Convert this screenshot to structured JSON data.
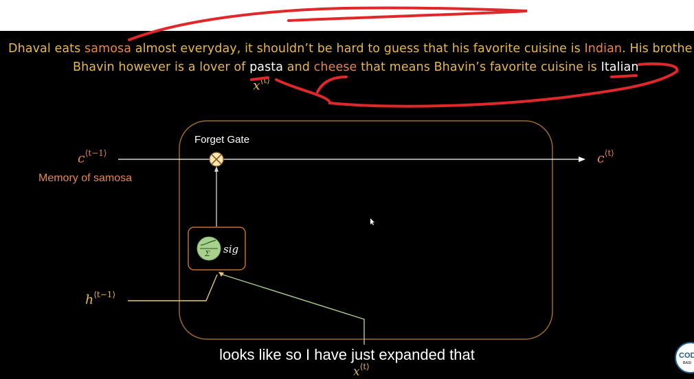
{
  "sentence_line1": {
    "part1": "Dhaval eats ",
    "word1": "samosa",
    "part2": " almost everyday, it shouldn’t be hard to guess that his favorite cuisine is ",
    "word2": "Indian",
    "part3": ". His brothe"
  },
  "sentence_line2": {
    "part1": "Bhavin however is a lover of ",
    "word1": "pasta",
    "part2": " and ",
    "word2": "cheese",
    "part3": " that means Bhavin’s favorite cuisine is ",
    "word3": "Italian"
  },
  "input_top": {
    "symbol": "x",
    "superscript": "⟨t⟩"
  },
  "gate_title": "Forget Gate",
  "cell_prev": {
    "symbol": "c",
    "superscript": "⟨t−1⟩"
  },
  "cell_next": {
    "symbol": "c",
    "superscript": "⟨t⟩"
  },
  "memory_label": "Memory of samosa",
  "hidden_prev": {
    "symbol": "h",
    "superscript": "⟨t−1⟩"
  },
  "input_bottom": {
    "symbol": "x",
    "superscript": "⟨t⟩"
  },
  "sigmoid": {
    "icon_label": "Σ",
    "label": "sig"
  },
  "caption": "looks like so I have just expanded that",
  "logo": {
    "text": "COD",
    "sub": "BASI"
  },
  "colors": {
    "background": "#000000",
    "text_yellow": "#e8b84a",
    "highlight_orange": "#e8864a",
    "box_border": "#9c6b2e",
    "annotation_red": "#e0282a",
    "sigmoid_fill": "#a9d18e"
  }
}
